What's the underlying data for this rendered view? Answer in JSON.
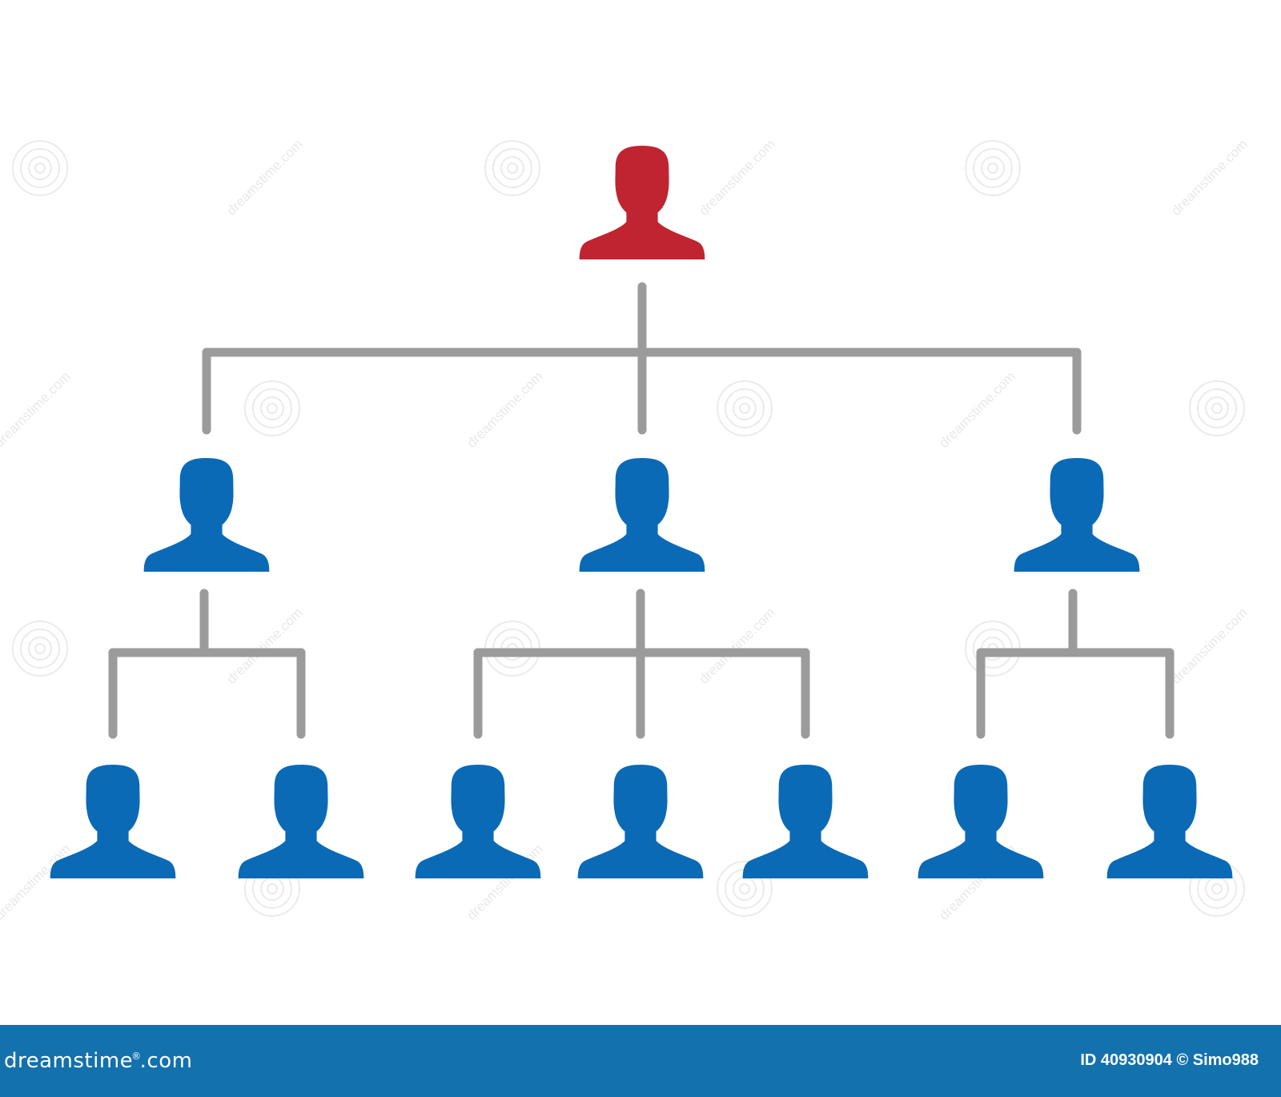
{
  "colors": {
    "root": "#bf2430",
    "member": "#0a6ab6",
    "connector": "#9b9b9b",
    "footer": "#1371ad",
    "watermark": "#d9d9d9"
  },
  "icons": {
    "root": "person-bust-icon",
    "member": "person-bust-icon"
  },
  "hierarchy": {
    "root": {
      "role": "top",
      "children": [
        {
          "role": "manager",
          "children": [
            {
              "role": "staff"
            },
            {
              "role": "staff"
            }
          ]
        },
        {
          "role": "manager",
          "children": [
            {
              "role": "staff"
            },
            {
              "role": "staff"
            },
            {
              "role": "staff"
            }
          ]
        },
        {
          "role": "manager",
          "children": [
            {
              "role": "staff"
            },
            {
              "role": "staff"
            }
          ]
        }
      ]
    }
  },
  "watermark": {
    "text": "dreamstime.com"
  },
  "footer": {
    "logo_left": "dreamstime",
    "logo_reg": "®",
    "logo_right": ".com",
    "credit": "ID 40930904 © Simo988"
  }
}
